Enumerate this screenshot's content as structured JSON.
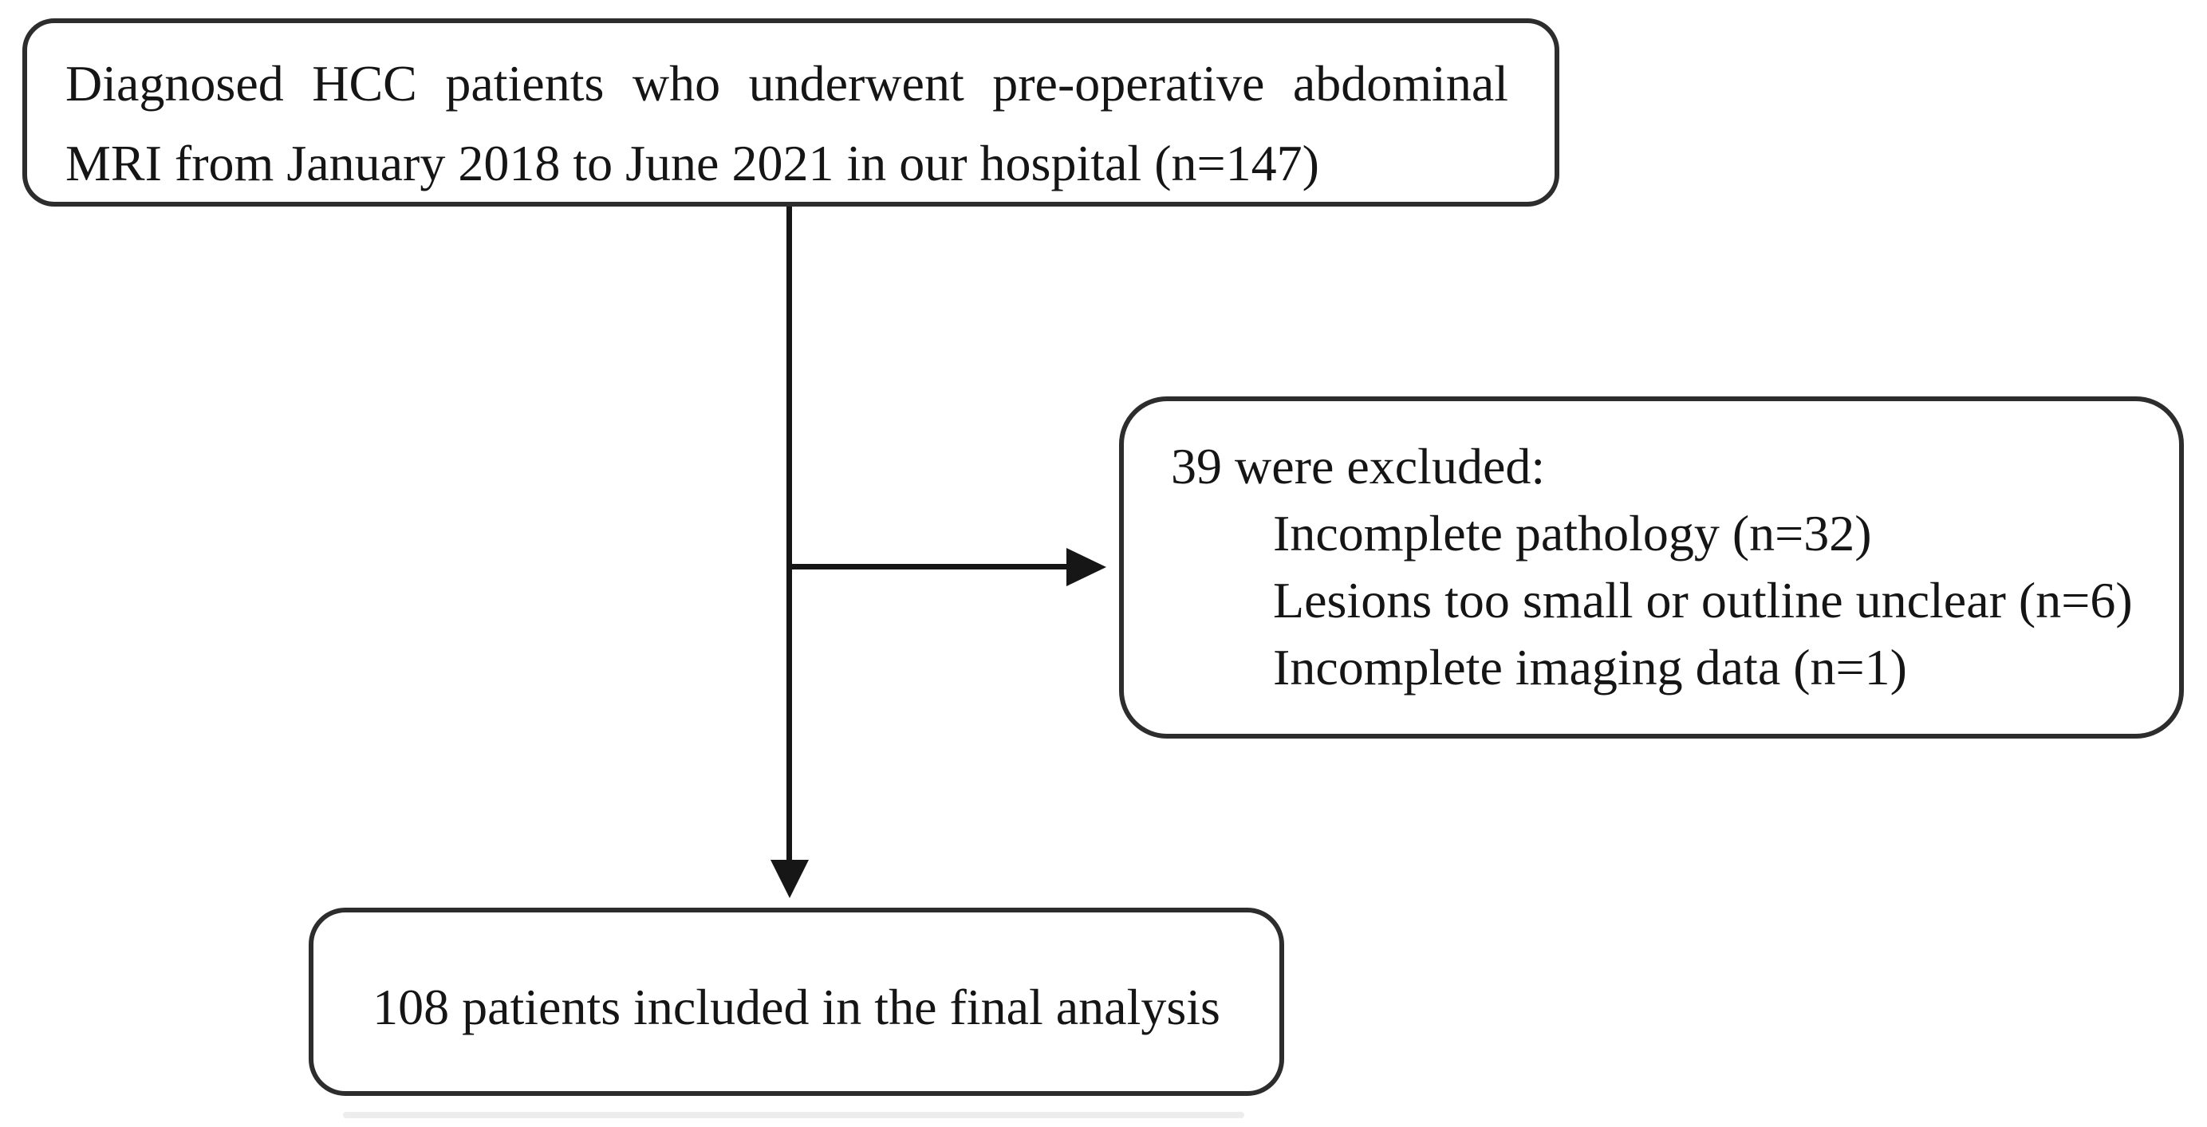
{
  "figure": {
    "type": "patient-selection-flowchart",
    "background_color": "#ffffff",
    "box_border_color": "#2d2d2d",
    "arrow_color": "#161616",
    "text_color": "#151515"
  },
  "flowchart": {
    "initial_cohort_box": {
      "line1": "Diagnosed HCC patients who underwent pre-operative abdominal",
      "line2": "MRI from January 2018 to June 2021 in our hospital (n=147)",
      "n": 147
    },
    "exclusion_box": {
      "header": "39 were excluded:",
      "n_excluded": 39,
      "items": [
        "Incomplete pathology (n=32)",
        "Lesions too small or outline unclear (n=6)",
        "Incomplete imaging data (n=1)"
      ]
    },
    "final_cohort_box": {
      "text": "108 patients included in the final analysis",
      "n": 108
    }
  }
}
